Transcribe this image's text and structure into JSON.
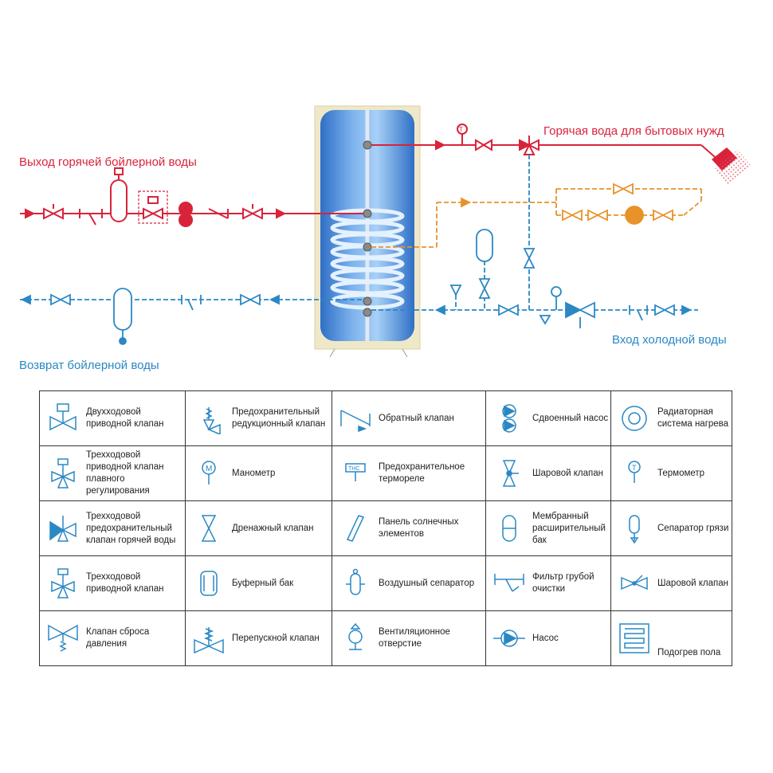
{
  "diagram": {
    "labels": {
      "hot_water_out": "Горячая вода для бытовых нужд",
      "boiler_out": "Выход горячей бойлерной воды",
      "boiler_return": "Возврат бойлерной воды",
      "cold_in": "Вход холодной воды"
    },
    "colors": {
      "hot": "#d9233b",
      "cold": "#2a88c4",
      "recirc": "#e8922a",
      "tank": "#3b7fd0"
    }
  },
  "legend": [
    {
      "icon": "two-way-actuator-valve-icon",
      "text": "Двухходовой приводной клапан"
    },
    {
      "icon": "safety-reducing-valve-icon",
      "text": "Предохранительный редукционный клапан"
    },
    {
      "icon": "check-valve-icon",
      "text": "Обратный клапан"
    },
    {
      "icon": "twin-pump-icon",
      "text": "Сдвоенный насос"
    },
    {
      "icon": "radiator-system-icon",
      "text": "Радиаторная система нагрева"
    },
    {
      "icon": "three-way-modulating-valve-icon",
      "text": "Трехходовой приводной клапан плавного регулирования"
    },
    {
      "icon": "manometer-icon",
      "text": "Манометр"
    },
    {
      "icon": "safety-thermo-relay-icon",
      "text": "Предохранительное термореле"
    },
    {
      "icon": "ball-valve-vertical-icon",
      "text": "Шаровой клапан"
    },
    {
      "icon": "thermometer-icon",
      "text": "Термометр"
    },
    {
      "icon": "three-way-safety-valve-icon",
      "text": "Трехходовой предохранительный клапан горячей воды"
    },
    {
      "icon": "drain-valve-icon",
      "text": "Дренажный клапан"
    },
    {
      "icon": "solar-panel-icon",
      "text": "Панель солнечных элементов"
    },
    {
      "icon": "expansion-tank-icon",
      "text": "Мембранный расширительный бак"
    },
    {
      "icon": "dirt-separator-icon",
      "text": "Сепаратор грязи"
    },
    {
      "icon": "three-way-actuator-valve-icon",
      "text": "Трехходовой приводной клапан"
    },
    {
      "icon": "buffer-tank-icon",
      "text": "Буферный бак"
    },
    {
      "icon": "air-separator-icon",
      "text": "Воздушный сепаратор"
    },
    {
      "icon": "strainer-icon",
      "text": "Фильтр грубой очистки"
    },
    {
      "icon": "ball-valve-icon",
      "text": "Шаровой клапан"
    },
    {
      "icon": "pressure-relief-valve-icon",
      "text": "Клапан сброса давления"
    },
    {
      "icon": "bypass-valve-icon",
      "text": "Перепускной клапан"
    },
    {
      "icon": "vent-icon",
      "text": "Вентиляционное отверстие"
    },
    {
      "icon": "pump-icon",
      "text": "Насос"
    },
    {
      "icon": "floor-heating-icon",
      "text": "Подогрев пола"
    }
  ]
}
